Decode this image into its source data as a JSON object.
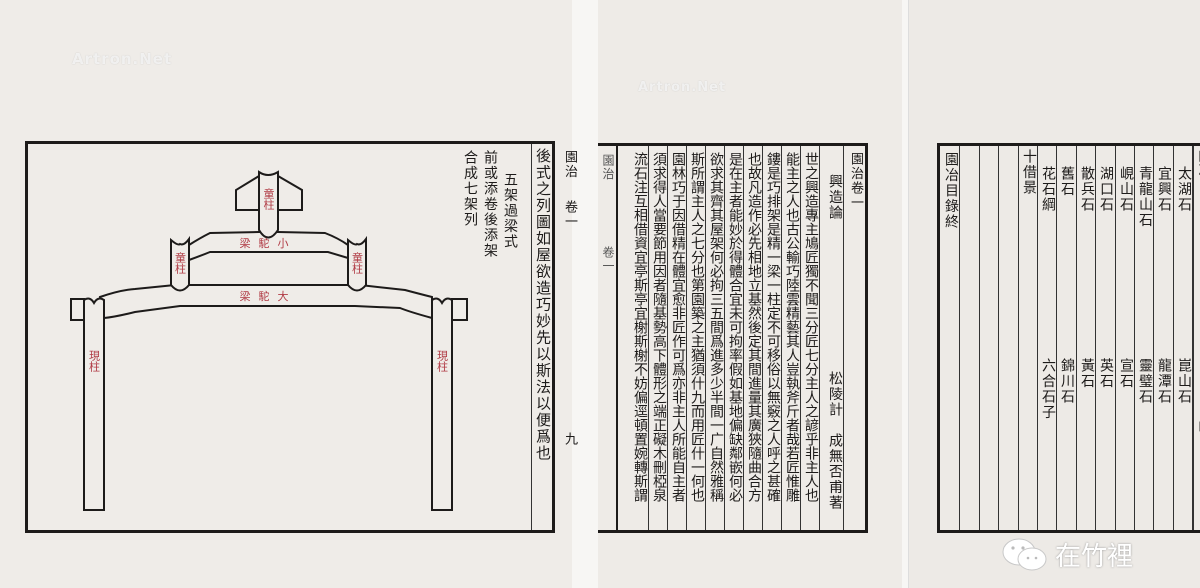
{
  "left_page": {
    "header": {
      "title": "園治",
      "volume": "卷一",
      "page_number": "九"
    },
    "main_text": "後式之列圖如屋欲造巧妙先以斯法以便爲也",
    "captions": [
      "五架過梁式",
      "前或添卷後添架",
      "合成七架列"
    ],
    "diagram_labels": {
      "top_post": "童柱",
      "small_beam": "小駝梁",
      "left_short_post": "童柱",
      "right_short_post": "童柱",
      "big_beam": "大駝梁",
      "left_main_post": "現柱",
      "right_main_post": "現柱"
    }
  },
  "middle_page": {
    "header": "園治卷一",
    "chapter_title": "興造論",
    "author": "松陵計　成無否甫著",
    "columns": [
      "世之興造專主鳩匠獨不聞三分匠七分主人之諺乎非主人也",
      "能主之人也古公輸巧陸雲精藝其人豈執斧斤者哉若匠惟雕",
      "鏤是巧排架是精一梁一柱定不可移俗以無竅之人呼之甚確",
      "也故凡造作必先相地立基然後定其間進量其廣狹隨曲合方",
      "是在主者能妙於得體合宜未可拘率假如基地偏缺鄰嵌何必",
      "欲求其齊其屋架何必拘三五間爲進多少半間一广自然雅稱",
      "斯所謂主人之七分也第園築之主猶須什九而用匠什一何也",
      "園林巧于因借精在體宜愈非匠作可爲亦非主人所能自主者",
      "須求得人當要節用因者隨基勢高下體形之端正礙木刪椏泉",
      "流石注互相借資宜亭斯亭宜榭斯榭不妨偏逕頓置婉轉斯謂"
    ],
    "prev_page_fragment": [
      "園治",
      "卷一"
    ]
  },
  "right_page": {
    "end_title": "園冶目錄終",
    "entries": [
      {
        "top": "太湖石",
        "bottom": "崑山石"
      },
      {
        "top": "宜興石",
        "bottom": "龍潭石"
      },
      {
        "top": "青龍山石",
        "bottom": "靈璧石"
      },
      {
        "top": "峴山石",
        "bottom": "宣石"
      },
      {
        "top": "湖口石",
        "bottom": "英石"
      },
      {
        "top": "散兵石",
        "bottom": "黃石"
      },
      {
        "top": "舊石",
        "bottom": "錦川石"
      },
      {
        "top": "花石綱",
        "bottom": "六合石子"
      },
      {
        "top": "十借景",
        "bottom": ""
      }
    ],
    "next_page_fragment": [
      "園冶",
      "四"
    ]
  },
  "watermarks": {
    "artron": "Artron.Net",
    "wechat_account": "在竹裡"
  },
  "colors": {
    "paper": "#efece8",
    "ink": "#1d1b1a",
    "red_label": "#b03a44"
  }
}
